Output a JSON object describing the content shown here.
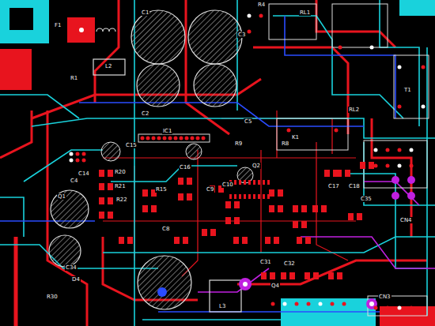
{
  "diagram": {
    "labels": [
      "F1",
      "L2",
      "C1",
      "C2",
      "C3",
      "R4",
      "RL1",
      "R1",
      "T1",
      "C5",
      "R9",
      "R8",
      "K1",
      "RL2",
      "IC1",
      "C15",
      "C14",
      "C4",
      "Q1",
      "R20",
      "R21",
      "R22",
      "R15",
      "C16",
      "C9",
      "C10",
      "Q2",
      "C17",
      "C18",
      "C35",
      "CN4",
      "C8",
      "C34",
      "D4",
      "C31",
      "C32",
      "Q4",
      "L3",
      "CN3",
      "R30"
    ]
  }
}
